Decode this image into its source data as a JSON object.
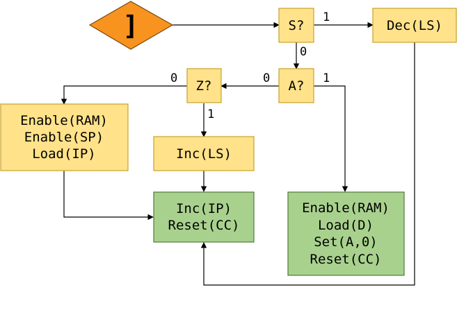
{
  "colors": {
    "yellow_fill": "#ffe28a",
    "yellow_stroke": "#c8a22a",
    "green_fill": "#a9d18e",
    "green_stroke": "#4f7a3a",
    "orange_fill": "#f7931e",
    "orange_stroke": "#7a4a10",
    "line": "#000000"
  },
  "nodes": {
    "start": {
      "label": "]"
    },
    "s_test": {
      "label": "S?"
    },
    "dec_ls": {
      "label": "Dec(LS)"
    },
    "a_test": {
      "label": "A?"
    },
    "z_test": {
      "label": "Z?"
    },
    "enable_block": {
      "lines": [
        "Enable(RAM)",
        "Enable(SP)",
        "Load(IP)"
      ]
    },
    "inc_ls": {
      "label": "Inc(LS)"
    },
    "inc_ip_block": {
      "lines": [
        "Inc(IP)",
        "Reset(CC)"
      ]
    },
    "load_d_block": {
      "lines": [
        "Enable(RAM)",
        "Load(D)",
        "Set(A,0)",
        "Reset(CC)"
      ]
    }
  },
  "edge_labels": {
    "s_to_dec": "1",
    "s_to_a": "0",
    "a_to_z": "0",
    "a_to_load": "1",
    "z_to_enable": "0",
    "z_to_inc": "1"
  }
}
